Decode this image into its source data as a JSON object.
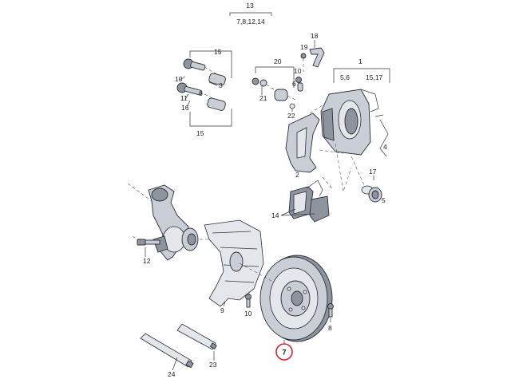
{
  "callouts": {
    "c13": "13",
    "c13_sub": "7,8,12,14",
    "c18": "18",
    "c19": "19",
    "c15_top": "15",
    "c20": "20",
    "c1": "1",
    "c1_sub_a": "5,6",
    "c1_sub_b": "15,17",
    "c3": "3",
    "c10": "10",
    "c6": "6",
    "c21": "21",
    "c22": "22",
    "c11": "11",
    "c16": "16",
    "c15_bottom": "15",
    "c4": "4",
    "c2": "2",
    "c17": "17",
    "c5": "5",
    "c14": "14",
    "c12": "12",
    "c9": "9",
    "c10b": "10",
    "c8": "8",
    "c7": "7",
    "c24": "24",
    "c23": "23"
  },
  "highlight_color": "#d8232a"
}
